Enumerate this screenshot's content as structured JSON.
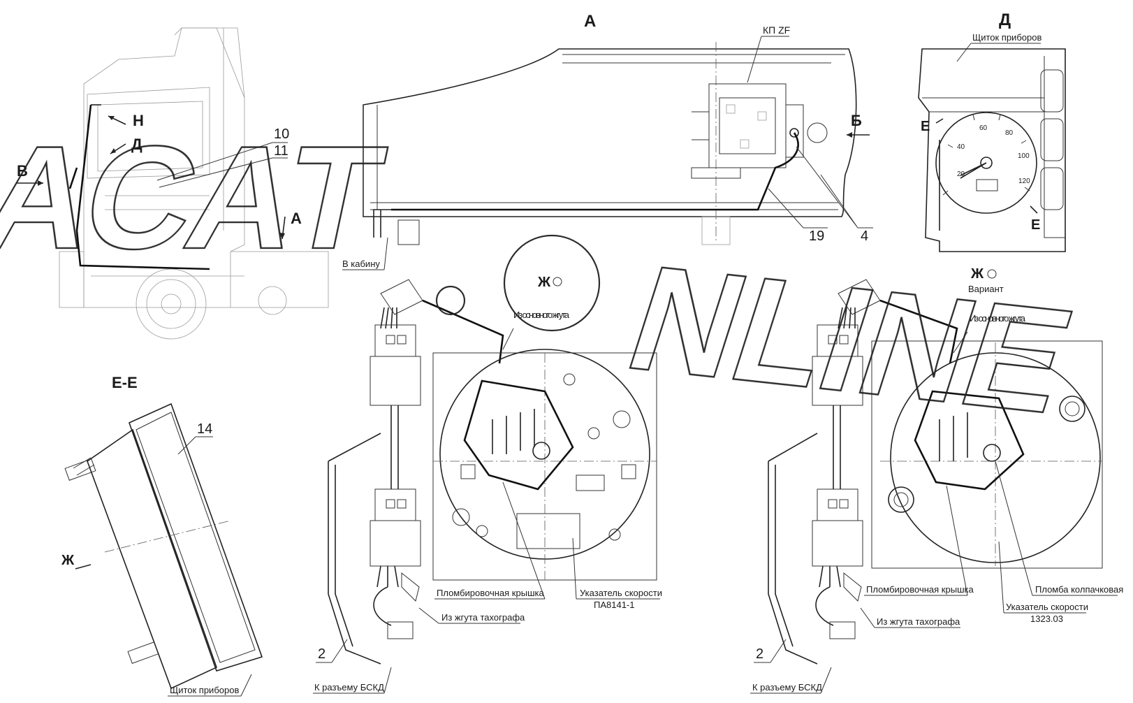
{
  "views": {
    "a": "А",
    "d": "Д",
    "e_section": "Е-Е",
    "zh_variant": "Вариант"
  },
  "arrows": {
    "n": "Н",
    "d": "Д",
    "v": "В",
    "a": "А",
    "b": "Б",
    "e": "Е",
    "zh": "Ж"
  },
  "callouts": {
    "n10": "10",
    "n11": "11",
    "n19": "19",
    "n4": "4",
    "n14": "14",
    "n2": "2"
  },
  "labels": {
    "kp_zf": "КП ZF",
    "into_cab": "В кабину",
    "from_main_harness": "Из основного жгута",
    "instrument_panel": "Щиток приборов",
    "sealing_cover": "Пломбировочная крышка",
    "speed_indicator": "Указатель скорости",
    "speed_indicator_model_1": "ПА8141-1",
    "speed_indicator_model_2": "1323.03",
    "from_tacho_harness": "Из жгута тахографа",
    "to_bskd_connector": "К разъему БСКД",
    "cap_seal": "Пломба колпачковая"
  },
  "gauge": {
    "ticks": [
      "20",
      "40",
      "60",
      "80",
      "100",
      "120"
    ]
  },
  "watermark": "АСАТ.ONLINE"
}
